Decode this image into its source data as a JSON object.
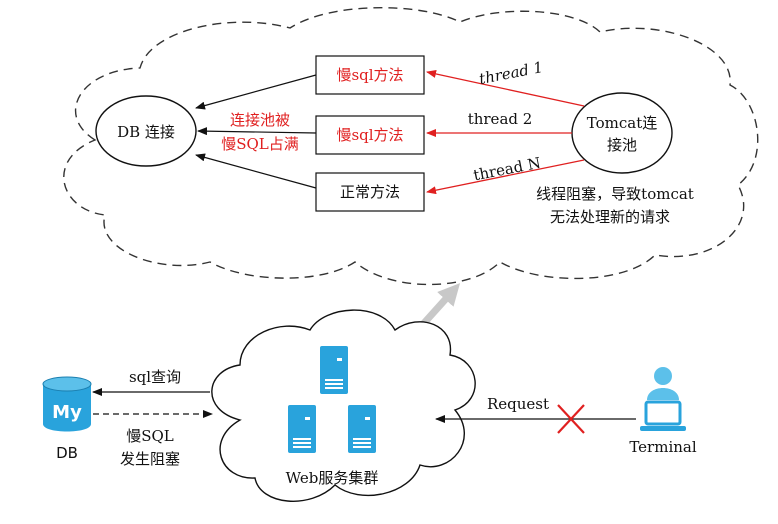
{
  "cloud_top": {
    "db_node": "DB 连接",
    "method_1": "慢sql方法",
    "method_2": "慢sql方法",
    "method_3": "正常方法",
    "pool_full_line1": "连接池被",
    "pool_full_line2": "慢SQL占满",
    "thread_1": "thread 1",
    "thread_2": "thread 2",
    "thread_n": "thread N",
    "tomcat_line1": "Tomcat连",
    "tomcat_line2": "接池",
    "blocked_line1": "线程阻塞，导致tomcat",
    "blocked_line2": "无法处理新的请求"
  },
  "bottom": {
    "db_label": "DB",
    "db_icon_text": "My",
    "sql_query": "sql查询",
    "slow_line1": "慢SQL",
    "slow_line2": "发生阻塞",
    "cluster_label": "Web服务集群",
    "request": "Request",
    "terminal": "Terminal"
  },
  "colors": {
    "red": "#e02020",
    "blue": "#29a3dc",
    "gray_arrow": "#c8c8c8"
  },
  "icons": {
    "db": "mysql-database-icon",
    "server": "server-icon",
    "terminal": "user-laptop-icon",
    "blocked": "red-x-icon"
  }
}
